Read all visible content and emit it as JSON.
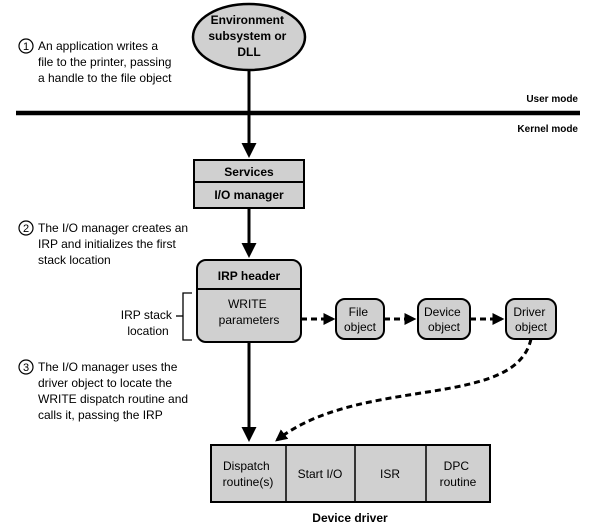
{
  "environment": {
    "lines": [
      "Environment",
      "subsystem or",
      "DLL"
    ]
  },
  "steps": [
    {
      "number": "1",
      "lines": [
        "An application writes a",
        "file to the printer, passing",
        "a handle to the file object"
      ]
    },
    {
      "number": "2",
      "lines": [
        "The I/O manager creates an",
        "IRP and initializes the first",
        "stack location"
      ]
    },
    {
      "number": "3",
      "lines": [
        "The I/O manager uses the",
        "driver object to locate the",
        "WRITE dispatch routine and",
        "calls it, passing the IRP"
      ]
    }
  ],
  "modes": {
    "user": "User mode",
    "kernel": "Kernel mode"
  },
  "services": {
    "top": "Services",
    "bottom": "I/O manager"
  },
  "irp": {
    "header": "IRP header",
    "param_lines": [
      "WRITE",
      "parameters"
    ],
    "stack_label_lines": [
      "IRP stack",
      "location"
    ]
  },
  "objects": [
    {
      "lines": [
        "File",
        "object"
      ]
    },
    {
      "lines": [
        "Device",
        "object"
      ]
    },
    {
      "lines": [
        "Driver",
        "object"
      ]
    }
  ],
  "driver": {
    "cells": [
      {
        "lines": [
          "Dispatch",
          "routine(s)"
        ]
      },
      {
        "lines": [
          "Start I/O"
        ]
      },
      {
        "lines": [
          "ISR"
        ]
      },
      {
        "lines": [
          "DPC",
          "routine"
        ]
      }
    ],
    "caption": "Device driver"
  },
  "colors": {
    "fill": "#d0d0d0",
    "stroke": "#000000"
  }
}
